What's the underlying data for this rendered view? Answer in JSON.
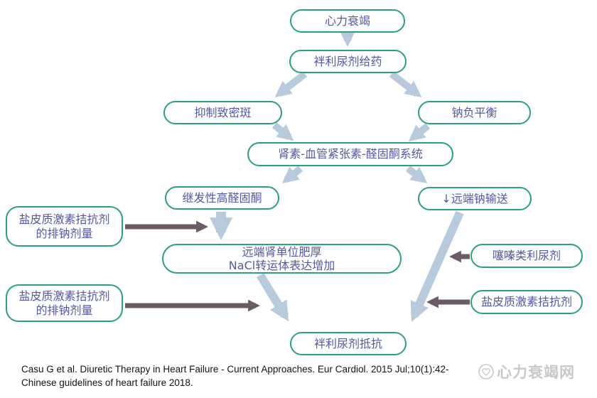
{
  "diagram": {
    "type": "flowchart",
    "topic": "Mechanism of loop diuretic resistance in heart failure",
    "nodes": {
      "heart_failure": {
        "label": "心力衰竭"
      },
      "loop_diuretic_admin": {
        "label": "袢利尿剂给药"
      },
      "macula_densa": {
        "label": "抑制致密斑"
      },
      "sodium_balance": {
        "label": "钠负平衡"
      },
      "raas": {
        "label": "肾素-血管紧张素-醛固酮系统"
      },
      "secondary_hyperaldosteronism": {
        "label": "继发性高醛固酮"
      },
      "distal_sodium_delivery": {
        "label": "↓远端钠输送"
      },
      "mra_natriuretic_dose_1": {
        "label": "盐皮质激素拮抗剂\n的排钠剂量"
      },
      "distal_nephron_hypertrophy": {
        "label": "远端肾单位肥厚\nNaCl转运体表达增加"
      },
      "thiazide_diuretics": {
        "label": "噻嗪类利尿剂"
      },
      "mra_natriuretic_dose_2": {
        "label": "盐皮质激素拮抗剂\n的排钠剂量"
      },
      "mineralocorticoid_antagonist": {
        "label": "盐皮质激素拮抗剂"
      },
      "loop_diuretic_resistance": {
        "label": "袢利尿剂抵抗"
      }
    },
    "edges": [
      {
        "from": "heart_failure",
        "to": "loop_diuretic_admin",
        "style": "flow"
      },
      {
        "from": "loop_diuretic_admin",
        "to": "macula_densa",
        "style": "flow"
      },
      {
        "from": "loop_diuretic_admin",
        "to": "sodium_balance",
        "style": "flow"
      },
      {
        "from": "macula_densa",
        "to": "raas",
        "style": "flow"
      },
      {
        "from": "sodium_balance",
        "to": "raas",
        "style": "flow"
      },
      {
        "from": "raas",
        "to": "secondary_hyperaldosteronism",
        "style": "flow"
      },
      {
        "from": "raas",
        "to": "distal_sodium_delivery",
        "style": "flow"
      },
      {
        "from": "secondary_hyperaldosteronism",
        "to": "distal_nephron_hypertrophy",
        "style": "flow"
      },
      {
        "from": "distal_sodium_delivery",
        "to": "loop_diuretic_resistance",
        "style": "flow"
      },
      {
        "from": "distal_nephron_hypertrophy",
        "to": "loop_diuretic_resistance",
        "style": "flow"
      },
      {
        "from": "mra_natriuretic_dose_1",
        "to": "flow-path",
        "style": "intervention"
      },
      {
        "from": "mra_natriuretic_dose_2",
        "to": "flow-path",
        "style": "intervention"
      },
      {
        "from": "thiazide_diuretics",
        "to": "flow-path",
        "style": "intervention"
      },
      {
        "from": "mineralocorticoid_antagonist",
        "to": "flow-path",
        "style": "intervention"
      }
    ]
  },
  "footer": {
    "citation_line1": "Casu G et al. Diuretic Therapy in Heart Failure - Current Approaches. Eur Cardiol. 2015 Jul;10(1):42-",
    "citation_line2": "Chinese guidelines of heart failure 2018."
  },
  "watermark": {
    "label": "心力衰竭网",
    "icon": "heart-logo-icon"
  },
  "colors": {
    "node_border": "#2aa17e",
    "node_text": "#5457a6",
    "flow_arrow": "#b7cbdc",
    "intervention_arrow": "#6a5b66",
    "watermark_text": "#c8c8c8",
    "citation_text": "#141414"
  }
}
